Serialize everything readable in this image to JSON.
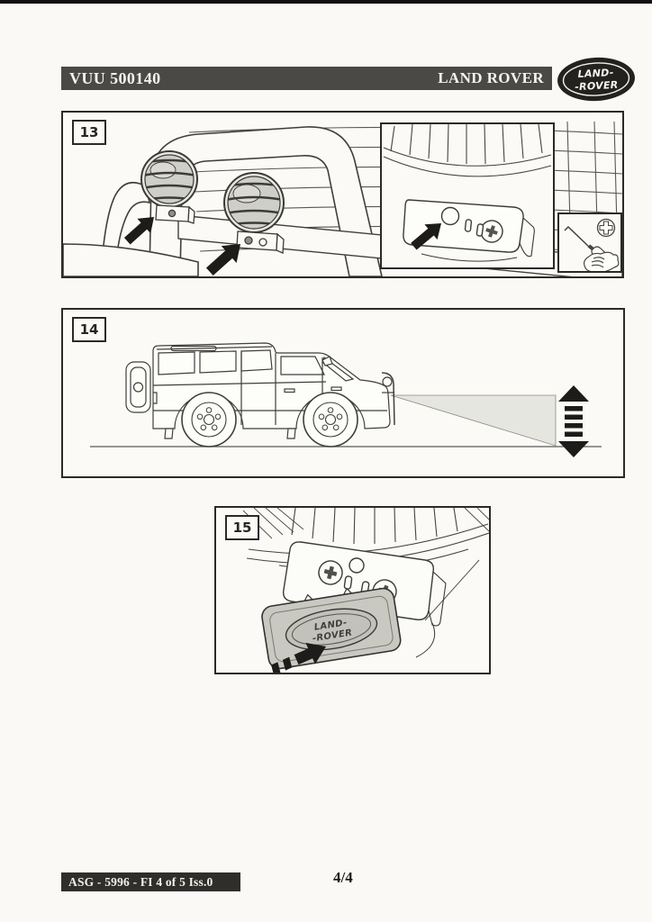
{
  "document": {
    "part_number": "VUU 500140",
    "brand_name": "LAND ROVER",
    "logo": {
      "line1": "LAND-",
      "line2": "-ROVER"
    },
    "steps": [
      {
        "number": "13"
      },
      {
        "number": "14"
      },
      {
        "number": "15"
      }
    ],
    "badge": {
      "line1": "LAND-",
      "line2": "-ROVER"
    },
    "footer": {
      "doc_ref": "ASG - 5996 - FI 4 of 5 Iss.0",
      "page_indicator": "4/4"
    },
    "icons": {
      "pointer_arrow": "solid-black-arrow",
      "beam_height_arrow": "dashed-double-vertical-arrow",
      "phillips_screw": "cross-head-screw",
      "screwdriver": "phillips-screwdriver-in-hand"
    },
    "colors": {
      "header_bar": "#4a4946",
      "footer_bar": "#2f2e2b",
      "line_art": "#403f3b",
      "beam_fill": "#e6e6e0",
      "badge_fill": "#c9c8c1",
      "lamp_lens": "#cfcfc9",
      "arrow_black": "#1d1c1a"
    }
  }
}
